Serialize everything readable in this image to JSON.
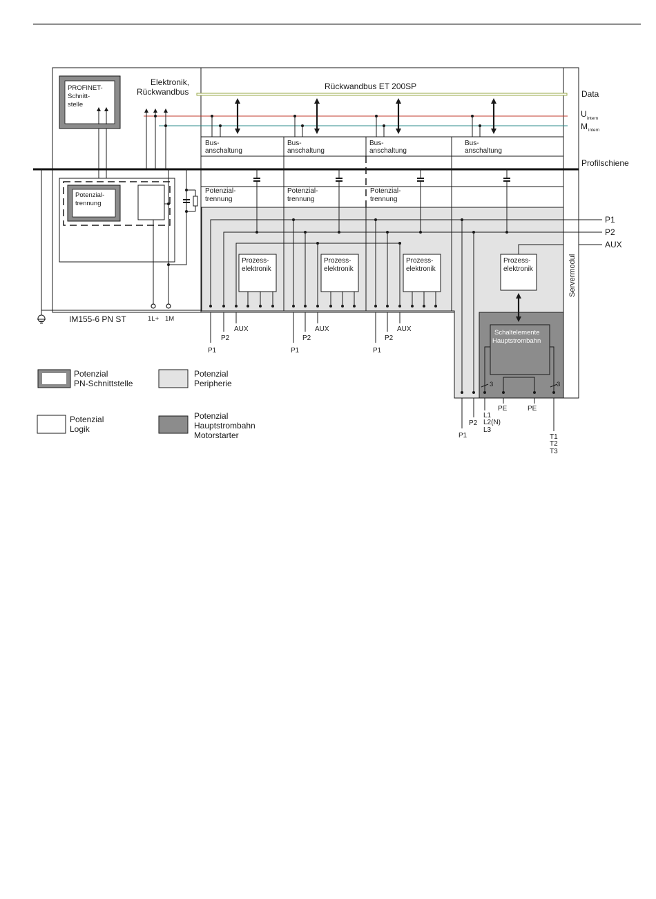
{
  "labels": {
    "elektronik_1": "Elektronik,",
    "elektronik_2": "Rückwandbus",
    "rueckwandbus": "Rückwandbus ET 200SP",
    "data": "Data",
    "u": "U",
    "u_sub": "intern",
    "m": "M",
    "m_sub": "intern",
    "profilschiene": "Profilschiene",
    "p1": "P1",
    "p2": "P2",
    "aux": "AUX",
    "servermodul": "Servermodul",
    "profinet_1": "PROFINET-",
    "profinet_2": "Schnitt-",
    "profinet_3": "stelle",
    "pot_trenn_1": "Potenzial-",
    "pot_trenn_2": "trennung",
    "bus_1": "Bus-",
    "bus_2": "anschaltung",
    "proz_1": "Prozess-",
    "proz_2": "elektronik",
    "schalt_1": "Schaltelemente",
    "schalt_2": "Hauptstrombahn",
    "im": "IM155-6 PN ST",
    "l1plus": "1L+",
    "m1": "1M",
    "l1": "L1",
    "l2": "L2(N)",
    "l3": "L3",
    "pe": "PE",
    "t1": "T1",
    "t2": "T2",
    "t3": "T3",
    "three": "3"
  },
  "legend": {
    "pn_1": "Potenzial",
    "pn_2": "PN-Schnittstelle",
    "peri_1": "Potenzial",
    "peri_2": "Peripherie",
    "logik_1": "Potenzial",
    "logik_2": "Logik",
    "main_1": "Potenzial",
    "main_2": "Hauptstrombahn",
    "main_3": "Motorstarter"
  },
  "colors": {
    "u_intern": "#c0392b",
    "m_intern": "#2e8b8b",
    "data_bus": "#9aa84a",
    "peripherie": "#e3e3e3",
    "hauptstrombahn": "#8c8c8c"
  }
}
